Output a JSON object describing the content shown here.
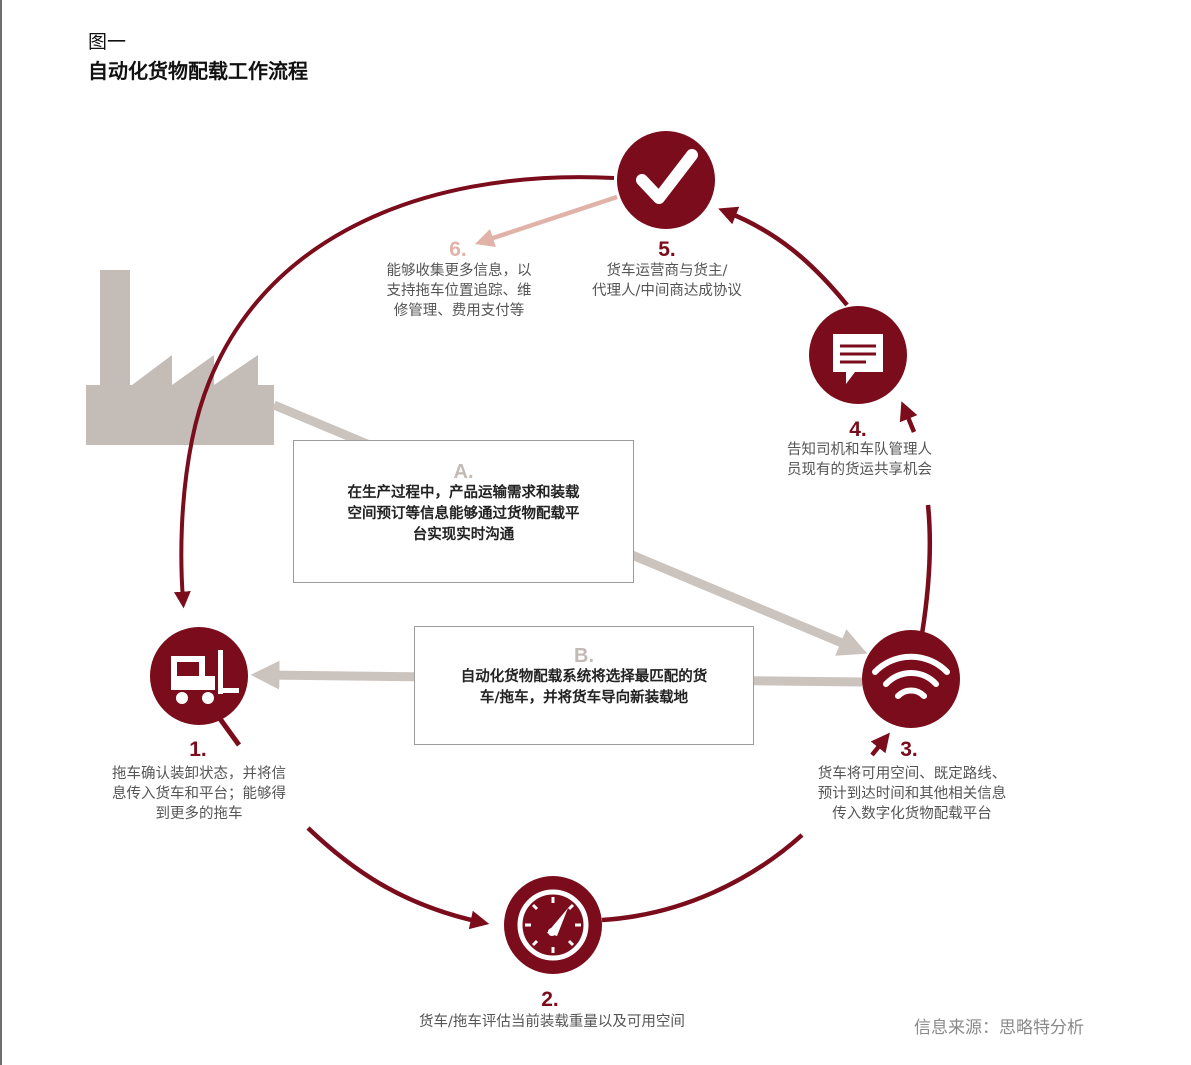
{
  "figure": {
    "label": "图一",
    "title": "自动化货物配载工作流程"
  },
  "colors": {
    "accent": "#7a0c1b",
    "faded_accent": "#e1b2a8",
    "grey_connector": "#cbc3be",
    "factory": "#c4bcb7",
    "text": "#555555"
  },
  "steps": [
    {
      "num": "1.",
      "text": "拖车确认装卸状态，并将信\n息传入货车和平台；能够得\n到更多的拖车",
      "icon": "forklift-icon"
    },
    {
      "num": "2.",
      "text": "货车/拖车评估当前装载重量以及可用空间",
      "icon": "gauge-icon"
    },
    {
      "num": "3.",
      "text": "货车将可用空间、既定路线、\n预计到达时间和其他相关信息\n传入数字化货物配载平台",
      "icon": "wifi-icon"
    },
    {
      "num": "4.",
      "text": "告知司机和车队管理人\n员现有的货运共享机会",
      "icon": "message-icon"
    },
    {
      "num": "5.",
      "text": "货车运营商与货主/\n代理人/中间商达成协议",
      "icon": "checkmark-icon"
    },
    {
      "num": "6.",
      "text": "能够收集更多信息，以\n支持拖车位置追踪、维\n修管理、费用支付等"
    }
  ],
  "notes": [
    {
      "letter": "A.",
      "text": "在生产过程中，产品运输需求和装载\n空间预订等信息能够通过货物配载平\n台实现实时沟通"
    },
    {
      "letter": "B.",
      "text": "自动化货物配载系统将选择最匹配的货\n车/拖车，并将货车导向新装载地"
    }
  ],
  "source": "信息来源：思略特分析"
}
